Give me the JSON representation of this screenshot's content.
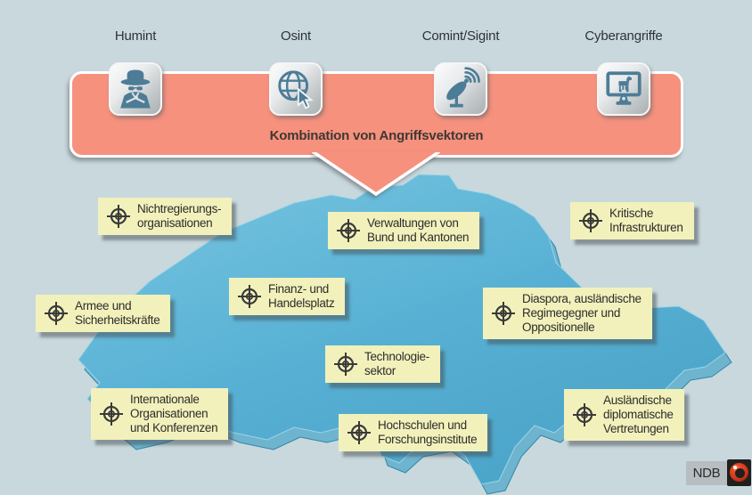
{
  "banner": {
    "title": "Kombination von Angriffsvektoren",
    "color": "#f6917e",
    "text_color": "#3f3833"
  },
  "vectors": [
    {
      "label": "Humint",
      "icon": "spy-icon"
    },
    {
      "label": "Osint",
      "icon": "globe-cursor-icon"
    },
    {
      "label": "Comint/Sigint",
      "icon": "satellite-dish-icon"
    },
    {
      "label": "Cyberangriffe",
      "icon": "trojan-horse-monitor-icon"
    }
  ],
  "targets": [
    {
      "icon": "crosshair-icon",
      "lines": [
        "Nichtregierungs-",
        "organisationen"
      ]
    },
    {
      "icon": "crosshair-icon",
      "lines": [
        "Verwaltungen von",
        "Bund und Kantonen"
      ]
    },
    {
      "icon": "crosshair-icon",
      "lines": [
        "Kritische",
        "Infrastrukturen"
      ]
    },
    {
      "icon": "crosshair-icon",
      "lines": [
        "Armee und",
        "Sicherheitskräfte"
      ]
    },
    {
      "icon": "crosshair-icon",
      "lines": [
        "Finanz- und",
        "Handelsplatz"
      ]
    },
    {
      "icon": "crosshair-icon",
      "lines": [
        "Diaspora, ausländische",
        "Regimegegner und",
        "Oppositionelle"
      ]
    },
    {
      "icon": "crosshair-icon",
      "lines": [
        "Technologie-",
        "sektor"
      ]
    },
    {
      "icon": "crosshair-icon",
      "lines": [
        "Internationale",
        "Organisationen",
        "und Konferenzen"
      ]
    },
    {
      "icon": "crosshair-icon",
      "lines": [
        "Hochschulen und",
        "Forschungsinstitute"
      ]
    },
    {
      "icon": "crosshair-icon",
      "lines": [
        "Ausländische",
        "diplomatische",
        "Vertretungen"
      ]
    }
  ],
  "logo": {
    "label": "NDB",
    "icon": "ndb-eye-icon"
  },
  "colors": {
    "background": "#c9d8dd",
    "map_blue": "#58b1d4",
    "map_shadow_blue": "#3a93b7",
    "label_yellow": "#f2f1bb",
    "banner_salmon": "#f6917e",
    "logo_red": "#d2371d",
    "glyph_steel_blue": "#4d7c97"
  }
}
